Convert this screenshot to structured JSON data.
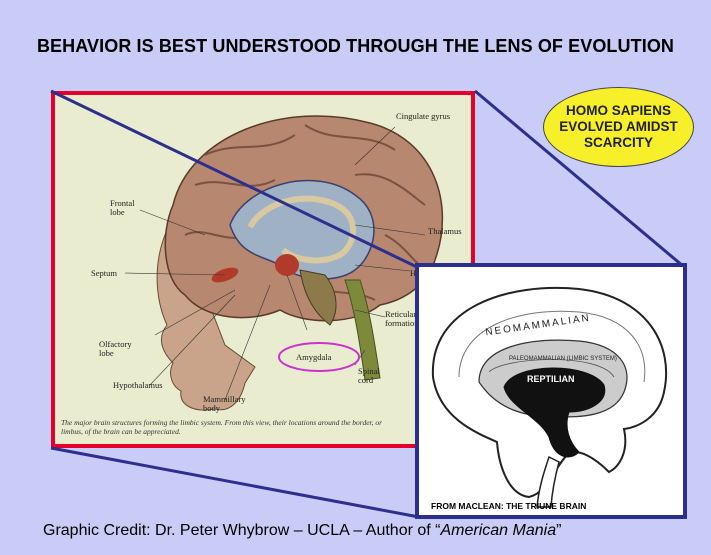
{
  "slide": {
    "title": "BEHAVIOR IS BEST UNDERSTOOD THROUGH THE LENS OF EVOLUTION",
    "callout": {
      "line1": "HOMO SAPIENS",
      "line2": "EVOLVED AMIDST",
      "line3": "SCARCITY"
    },
    "brain_labels": {
      "cingulate": "Cingulate gyrus",
      "frontal": "Frontal lobe",
      "thalamus": "Thalamus",
      "septum": "Septum",
      "hip": "Hip",
      "reticular": "Reticular formation",
      "olfactory": "Olfactory lobe",
      "amygdala": "Amygdala",
      "spinal": "Spinal cord",
      "hypothalamus": "Hypothalamus",
      "mammillary": "Mammillary body"
    },
    "brain_caption": "The major brain structures forming the limbic system. From this view, their locations around the border, or limbus, of the brain can be appreciated.",
    "triune": {
      "neomammalian": "NEOMAMMALIAN",
      "paleomammalian": "PALEOMAMMALIAN (LIMBIC SYSTEM)",
      "reptilian": "REPTILIAN",
      "caption": "FROM MACLEAN: THE TRIUNE BRAIN"
    },
    "credit": {
      "prefix": "Graphic Credit: Dr. Peter Whybrow – UCLA – Author of “",
      "book": "American Mania",
      "suffix": "”"
    },
    "colors": {
      "background": "#c8ccf6",
      "callout_fill": "#f7ef2a",
      "brain_frame": "#e4002b",
      "triune_frame": "#2c2f8d",
      "amygdala_circle": "#cc33cc"
    }
  }
}
